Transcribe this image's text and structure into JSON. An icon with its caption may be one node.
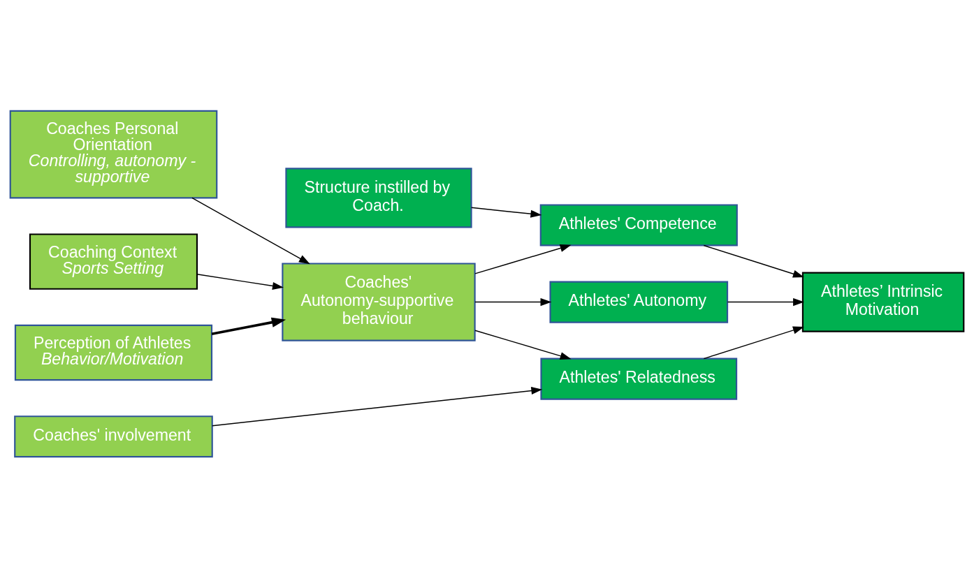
{
  "diagram": {
    "nodes": [
      {
        "text": [
          "Coaches Personal Orientation",
          "Controlling, autonomy - supportive"
        ]
      },
      {
        "text": [
          "Coaching Context",
          "Sports Setting"
        ]
      },
      {
        "text": [
          "Perception of Athletes",
          "Behavior/Motivation"
        ]
      },
      {
        "text": [
          "Coaches' involvement"
        ]
      },
      {
        "text": [
          "Coaches' Autonomy-supportive behaviour"
        ]
      },
      {
        "text": [
          "Structure instilled by Coach."
        ]
      },
      {
        "text": [
          "Athletes' Competence"
        ]
      },
      {
        "text": [
          "Athletes' Autonomy"
        ]
      },
      {
        "text": [
          "Athletes' Relatedness"
        ]
      },
      {
        "text": [
          "Athletes’ Intrinsic Motivation"
        ]
      }
    ],
    "edges": [
      {
        "from": 0,
        "to": 4,
        "arrow": "to"
      },
      {
        "from": 1,
        "to": 4,
        "arrow": "to"
      },
      {
        "from": 2,
        "to": 4,
        "arrow": "to",
        "style": "thick"
      },
      {
        "from": 4,
        "to": 6,
        "arrow": "to"
      },
      {
        "from": 4,
        "to": 7,
        "arrow": "to"
      },
      {
        "from": 4,
        "to": 8,
        "arrow": "to"
      },
      {
        "from": 3,
        "to": 8,
        "arrow": "to"
      },
      {
        "from": 5,
        "to": 6,
        "arrow": "to"
      },
      {
        "from": 6,
        "to": 9,
        "arrow": "to"
      },
      {
        "from": 7,
        "to": 9,
        "arrow": "to"
      },
      {
        "from": 8,
        "to": 9,
        "arrow": "to"
      }
    ]
  }
}
